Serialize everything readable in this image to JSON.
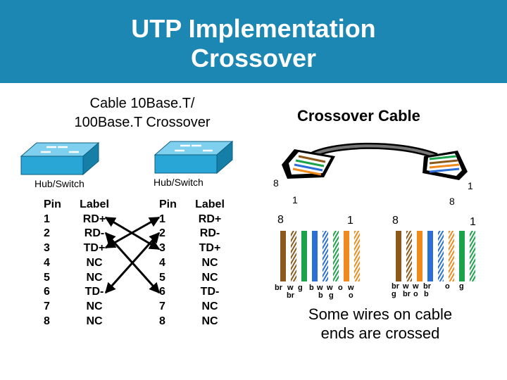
{
  "slide": {
    "title_line1": "UTP Implementation",
    "title_line2": "Crossover"
  },
  "left_panel": {
    "heading_line1": "Cable 10Base.T/",
    "heading_line2": "100Base.T Crossover",
    "hub_left_label": "Hub/Switch",
    "hub_right_label": "Hub/Switch",
    "table_header_pin": "Pin",
    "table_header_label": "Label",
    "rows": [
      {
        "pin": "1",
        "label": "RD+"
      },
      {
        "pin": "2",
        "label": "RD-"
      },
      {
        "pin": "3",
        "label": "TD+"
      },
      {
        "pin": "4",
        "label": "NC"
      },
      {
        "pin": "5",
        "label": "NC"
      },
      {
        "pin": "6",
        "label": "TD-"
      },
      {
        "pin": "7",
        "label": "NC"
      },
      {
        "pin": "8",
        "label": "NC"
      }
    ]
  },
  "right_panel": {
    "heading": "Crossover Cable",
    "cable_num_8_left": "8",
    "cable_num_1_left": "1",
    "cable_num_8_right": "8",
    "cable_num_1_right": "1",
    "left_end": {
      "num_8": "8",
      "num_1": "1",
      "top_labels": [
        "br",
        "w",
        "g",
        "b",
        "w",
        "w",
        "o",
        "w"
      ],
      "bottom_labels": [
        "br",
        "b",
        "g",
        "o"
      ]
    },
    "right_end": {
      "num_8": "8",
      "num_1": "1",
      "top_labels": [
        "br",
        "w",
        "w",
        "br",
        "o",
        "g"
      ],
      "bottom_labels": [
        "g",
        "br",
        "o",
        "b"
      ]
    },
    "caption_line1": "Some wires on cable",
    "caption_line2": "ends are crossed"
  },
  "colors": {
    "header_bg": "#1b87b2",
    "hub_blue": "#2aa6d6",
    "wire_brown": "#8b5a1a",
    "wire_green": "#1aa34a",
    "wire_blue": "#2a6fd6",
    "wire_orange": "#f08a1c"
  }
}
